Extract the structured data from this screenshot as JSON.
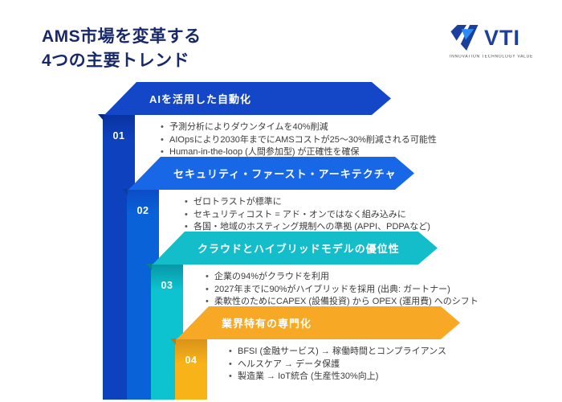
{
  "header": {
    "title_lines": [
      "AMS市場を変革する",
      "4つの主要トレンド"
    ]
  },
  "logo": {
    "name": "VTI",
    "tagline": "INNOVATION TECHNOLOGY VALUE"
  },
  "colors": {
    "title_text": "#17296b",
    "logo_dark_blue": "#1b3f9e",
    "logo_light_blue": "#2b8bf2",
    "bullet_text": "#3b3b3b",
    "background": "#ffffff"
  },
  "trends": [
    {
      "number": "01",
      "title": "AIを活用した自動化",
      "banner_color": "#1347c8",
      "ribbon_color": "#0d41bd",
      "ribbon_top_color": "#0a33a0",
      "fold_color": "#082a85",
      "bullets": [
        "予測分析によりダウンタイムを40%削減",
        "AIOpsにより2030年までにAMSコストが25〜30%削減される可能性",
        "Human-in-the-loop (人間参加型) が正確性を確保"
      ]
    },
    {
      "number": "02",
      "title": "セキュリティ・ファースト・アーキテクチャ",
      "banner_color": "#1767e6",
      "ribbon_color": "#0a62d9",
      "ribbon_top_color": "#0b4cc4",
      "fold_color": "#0a3f9f",
      "bullets": [
        "ゼロトラストが標準に",
        "セキュリティコスト = アド・オンではなく組み込みに",
        "各国・地域のホスティング規制への準拠 (APPI、PDPAなど)"
      ]
    },
    {
      "number": "03",
      "title": "クラウドとハイブリッドモデルの優位性",
      "banner_color": "#13bdca",
      "ribbon_color": "#0cc3cf",
      "ribbon_top_color": "#0895a5",
      "fold_color": "#077f8d",
      "bullets": [
        "企業の94%がクラウドを利用",
        "2027年までに90%がハイブリッドを採用 (出典: ガートナー)",
        "柔軟性のためにCAPEX (設備投資) から OPEX (運用費) へのシフト"
      ]
    },
    {
      "number": "04",
      "title": "業界特有の専門化",
      "banner_color": "#f7a824",
      "ribbon_color": "#f8b318",
      "ribbon_top_color": "#d8921b",
      "fold_color": "#b87c12",
      "bullets": [
        "BFSI (金融サービス) → 稼働時間とコンプライアンス",
        "ヘルスケア → データ保護",
        "製造業 → IoT統合 (生産性30%向上)"
      ]
    }
  ]
}
